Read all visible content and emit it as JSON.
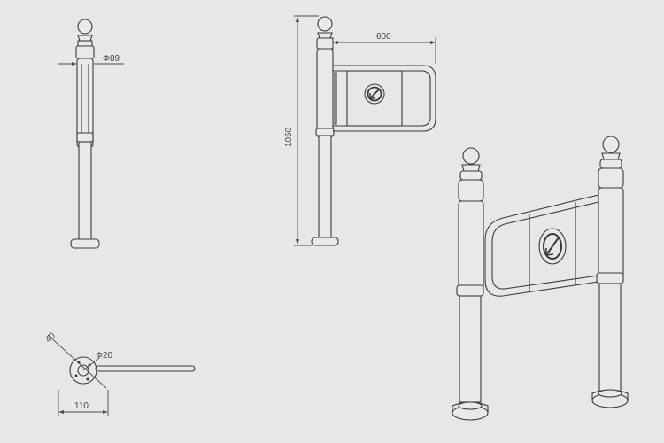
{
  "dimensions": {
    "post_diameter": "Φ89",
    "arm_length": "600",
    "overall_height": "1050",
    "tube_diameter": "Φ20",
    "angle": "40",
    "base_width": "110"
  },
  "colors": {
    "background": "#e7e7e7",
    "line": "#3a3a3a",
    "fill": "#e9e9e9"
  },
  "icons": {
    "gate_panel_symbol": "no-entry-arrow-icon"
  }
}
